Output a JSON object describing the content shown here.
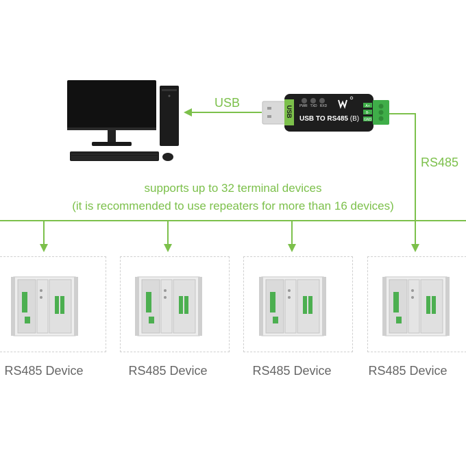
{
  "labels": {
    "usb": "USB",
    "rs485": "RS485",
    "support_line1": "supports up to 32 terminal devices",
    "support_line2": "(it is recommended to use repeaters for more than 16 devices)"
  },
  "adapter": {
    "usb_plug_text": "USB",
    "title": "USB TO RS485",
    "variant": "(B)",
    "led_labels": [
      "PWR",
      "TXD",
      "RXD"
    ],
    "terminal_labels": [
      "A+",
      "B-",
      "GND"
    ]
  },
  "devices": [
    {
      "label": "RS485 Device"
    },
    {
      "label": "RS485 Device"
    },
    {
      "label": "RS485 Device"
    },
    {
      "label": "RS485 Device"
    }
  ],
  "colors": {
    "accent": "#7cc04b",
    "adapter_body": "#1e1e1e",
    "terminal": "#3fae49"
  }
}
